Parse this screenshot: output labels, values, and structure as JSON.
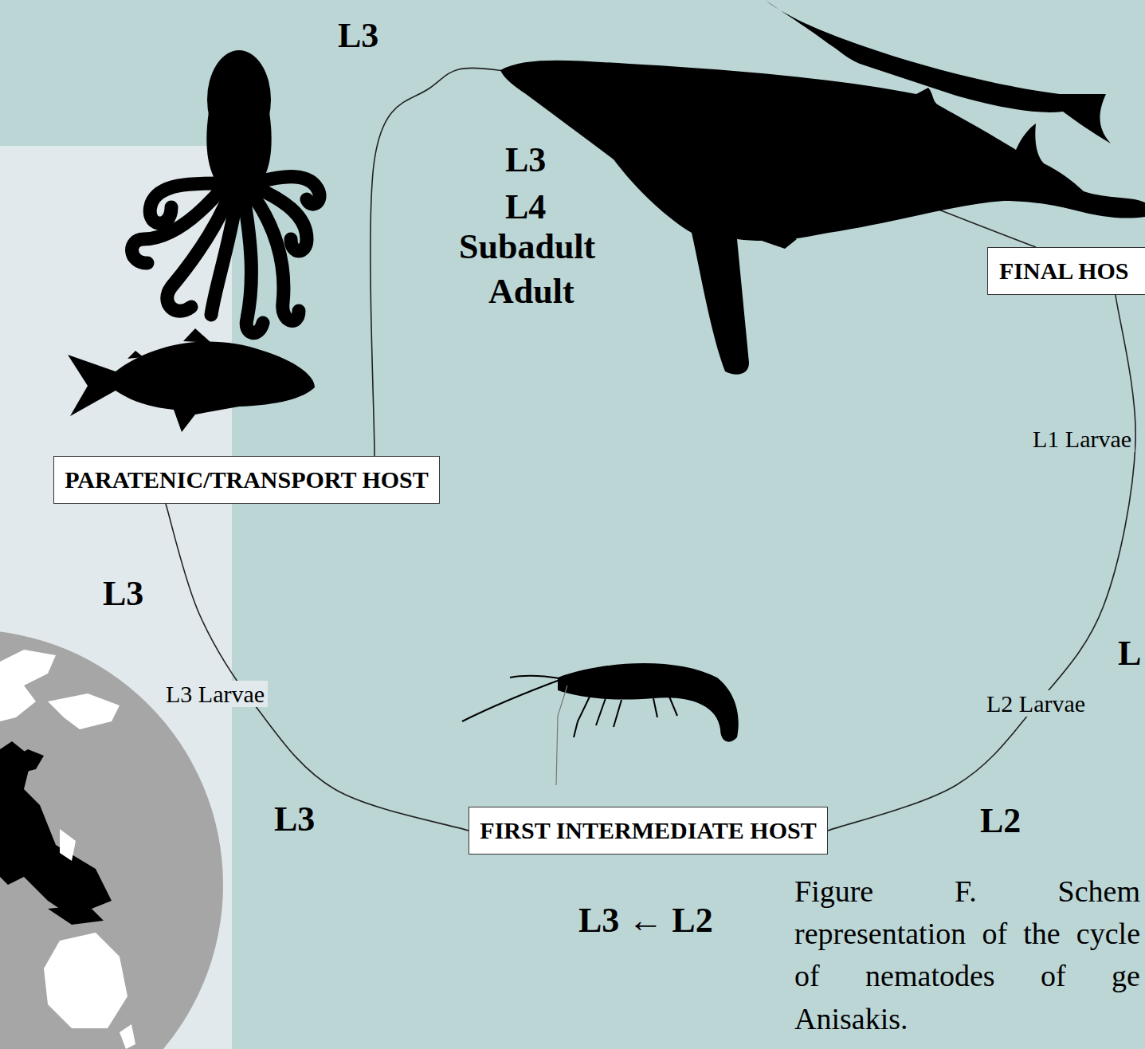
{
  "diagram": {
    "caption": "Figure F. Schem representation of the cycle of nematodes of ge Anisakis.",
    "nodes": [
      {
        "text": [
          "FINAL HOS"
        ]
      },
      {
        "text": [
          "PARATENIC/TRANSPORT HOST"
        ]
      },
      {
        "text": [
          "FIRST INTERMEDIATE HOST"
        ]
      }
    ],
    "edges": [
      {
        "from": 0,
        "to": 2,
        "arrow": "none"
      },
      {
        "from": 2,
        "to": 1,
        "label": "L3 Larvae",
        "arrow": "none"
      },
      {
        "from": 1,
        "to": 0,
        "arrow": "none"
      }
    ],
    "labels": [
      "L3",
      "L3",
      "L4",
      "Subadult",
      "Adult",
      "L1 Larvae",
      "L",
      "L2 Larvae",
      "L3",
      "L3",
      "L2",
      "L3 ← L2"
    ]
  }
}
